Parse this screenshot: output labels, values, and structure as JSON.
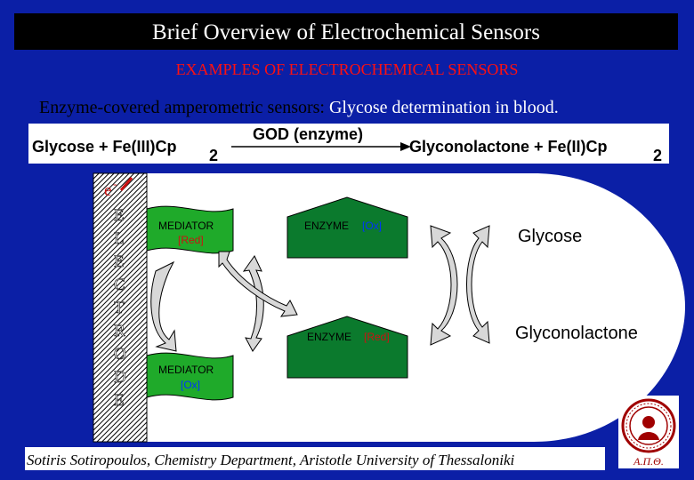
{
  "slide": {
    "title": "Brief Overview of Electrochemical Sensors",
    "subtitle": "EXAMPLES OF ELECTROCHEMICAL SENSORS",
    "caption_part1": "Enzyme-covered amperometric sensors: ",
    "caption_part2": "Glycose determination in blood."
  },
  "equation": {
    "left_a": "Glycose + Fe(III)Cp",
    "left_sub": "2",
    "catalyst": "GOD (enzyme)",
    "right_a": "Glyconolactone + Fe(II)Cp",
    "right_sub": "2"
  },
  "diagram": {
    "electron_label": "e",
    "electron_sup": "-",
    "electrode_letters": [
      "E",
      "L",
      "E",
      "C",
      "T",
      "R",
      "O",
      "D",
      "E"
    ],
    "mediator_red": {
      "name": "MEDIATOR",
      "state": "[Red]"
    },
    "mediator_ox": {
      "name": "MEDIATOR",
      "state": "[Ox]"
    },
    "enzyme_ox": {
      "name": "ENZYME",
      "state": "[Ox]"
    },
    "enzyme_red": {
      "name": "ENZYME",
      "state": "[Red]"
    },
    "substrate": "Glycose",
    "product": "Glyconolactone",
    "colors": {
      "electrode_hatch": "#000000",
      "mediator_fill": "#1faa2a",
      "enzyme_fill": "#0b7a2d",
      "ox_text": "#0033ff",
      "red_text": "#cc1111",
      "arrow_fill": "#d8d8d8"
    }
  },
  "footer": {
    "credit": "Sotiris Sotiropoulos, Chemistry Department, Aristotle University of Thessaloniki",
    "seal_text": "Α.Π.Θ.",
    "seal_icon": "university-seal-icon"
  }
}
